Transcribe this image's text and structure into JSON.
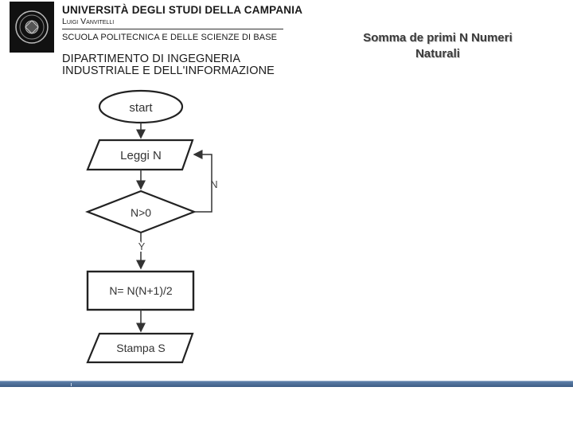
{
  "header": {
    "university": "UNIVERSITÀ DEGLI STUDI DELLA CAMPANIA",
    "university_sub": "Luigi Vanvitelli",
    "school": "SCUOLA POLITECNICA E DELLE SCIENZE DI BASE",
    "department_line1": "DIPARTIMENTO DI INGEGNERIA",
    "department_line2": "INDUSTRIALE E DELL'INFORMAZIONE"
  },
  "slide": {
    "title_line1": "Somma de primi N Numeri",
    "title_line2": "Naturali"
  },
  "flowchart": {
    "start": "start",
    "read": "Leggi N",
    "decision": "N>0",
    "no_label": "N",
    "yes_label": "Y",
    "process": "N= N(N+1)/2",
    "output": "Stampa S"
  },
  "colors": {
    "bar_top": "#5d7fa8",
    "bar_bottom": "#3e5d86",
    "title": "#3a3a3a"
  }
}
